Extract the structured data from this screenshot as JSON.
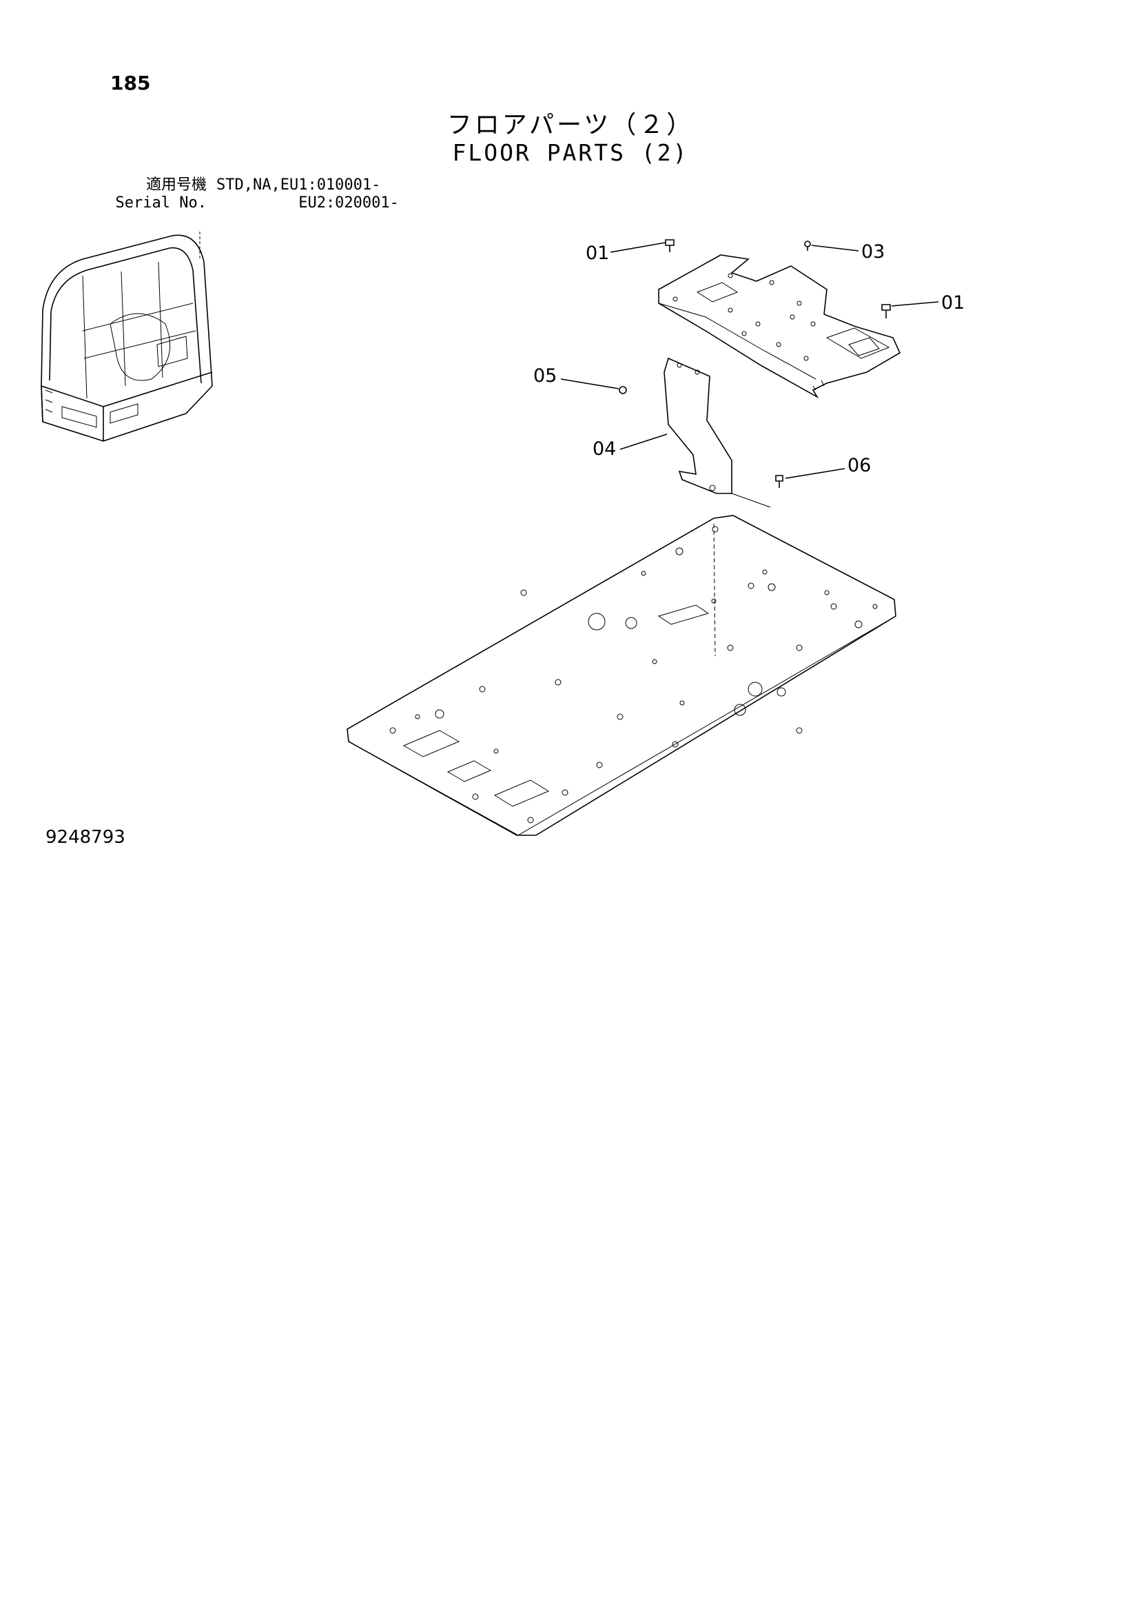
{
  "header": {
    "page_number": "185",
    "title_jp": "フロアパーツ（２）",
    "title_en": "FLOOR PARTS (2)"
  },
  "serial": {
    "label_jp": "適用号機",
    "label_en": "Serial No.",
    "line1": "STD,NA,EU1:010001-",
    "line2": "         EU2:020001-"
  },
  "callouts": {
    "c01_top": "01",
    "c03": "03",
    "c01_right": "01",
    "c05": "05",
    "c04": "04",
    "c06": "06"
  },
  "footer": {
    "doc_id": "9248793"
  }
}
